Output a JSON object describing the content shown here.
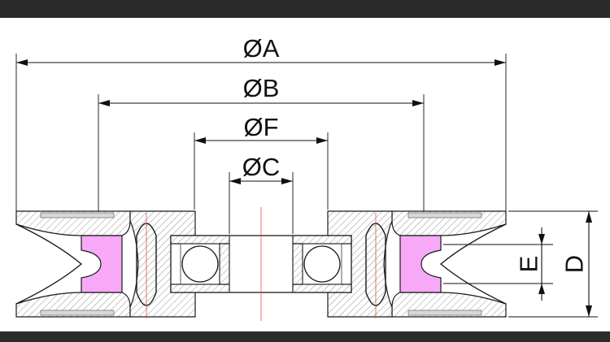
{
  "dimensions": {
    "outer_diameter": "ØA",
    "groove_diameter": "ØB",
    "flange_diameter": "ØF",
    "bore_diameter": "ØC",
    "groove_width": "E",
    "total_width": "D"
  },
  "colors": {
    "frame_bar": "#2b2b2b",
    "insert": "#f7a8f7",
    "center_line": "#d9534f",
    "line": "#1a1a1a"
  }
}
